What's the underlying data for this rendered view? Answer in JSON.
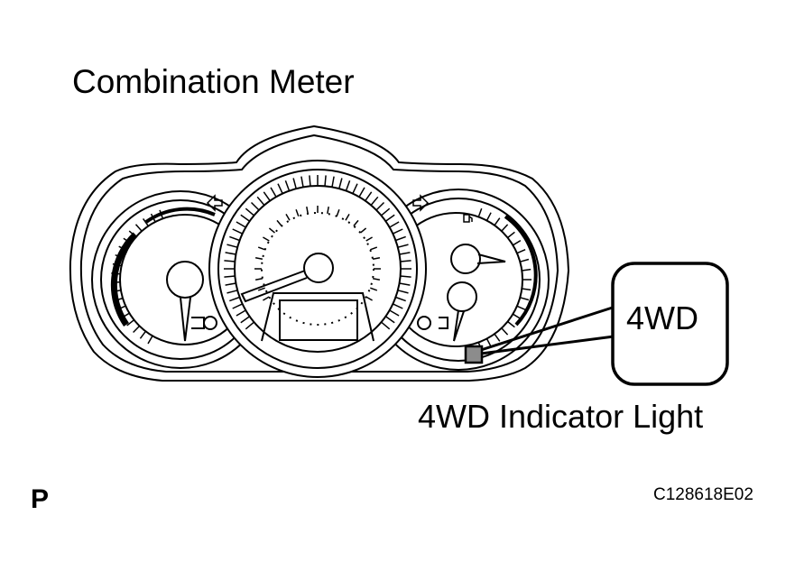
{
  "title": "Combination Meter",
  "callout": {
    "label": "4WD"
  },
  "caption": "4WD Indicator Light",
  "page_letter": "P",
  "figure_code": "C128618E02",
  "colors": {
    "line": "#000000",
    "indicator": "#8c8c8c",
    "background": "#ffffff"
  },
  "icons": [
    "turn-left-arrow-icon",
    "turn-right-arrow-icon",
    "fuel-pump-icon"
  ]
}
